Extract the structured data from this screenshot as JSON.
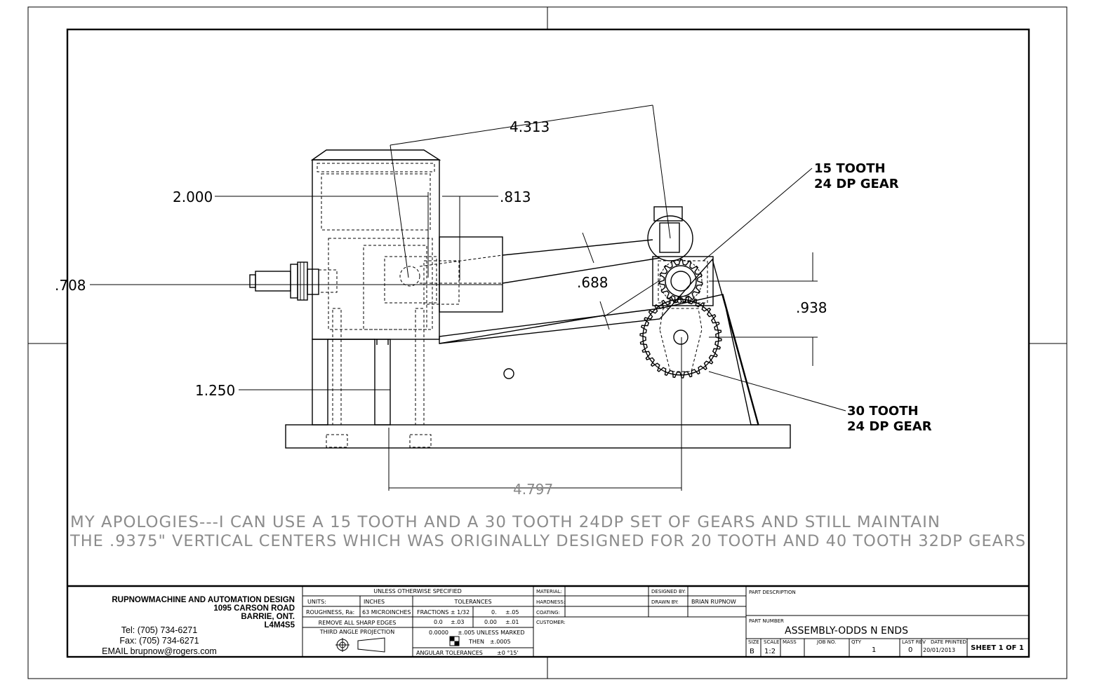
{
  "dimensions": {
    "d1": "4.313",
    "d2": "2.000",
    "d3": ".813",
    "d4": ".708",
    "d5": ".688",
    "d6": ".938",
    "d7": "1.250",
    "d8": "4.797"
  },
  "callouts": {
    "gear_small": {
      "line1": "15 TOOTH",
      "line2": "24 DP GEAR"
    },
    "gear_large": {
      "line1": "30 TOOTH",
      "line2": "24 DP GEAR"
    }
  },
  "note": {
    "line1": "MY APOLOGIES---I CAN USE A 15 TOOTH AND A 30 TOOTH 24DP SET OF GEARS AND STILL MAINTAIN",
    "line2": "THE .9375\" VERTICAL CENTERS WHICH WAS ORIGINALLY DESIGNED FOR 20 TOOTH AND 40 TOOTH 32DP GEARS"
  },
  "title_block": {
    "company": {
      "name": "RUPNOWMACHINE AND AUTOMATION DESIGN",
      "street": "1095 CARSON ROAD",
      "city": "BARRIE, ONT.",
      "postal": "L4M4S5",
      "tel": "Tel: (705) 734-6271",
      "fax": "Fax: (705) 734-6271",
      "email": "EMAIL brupnow@rogers.com"
    },
    "spec": {
      "header": "UNLESS OTHERWISE SPECIFIED",
      "units_label": "UNITS:",
      "units_value": "INCHES",
      "roughness_label": "ROUGHNESS, Ra:",
      "roughness_value": "63 MICROINCHES",
      "edges": "REMOVE ALL SHARP EDGES",
      "projection": "THIRD ANGLE PROJECTION",
      "tolerances_header": "TOLERANCES",
      "fractions": "FRACTIONS ± 1/32",
      "tol_0": "0.",
      "tol_0_val": "±.05",
      "tol_00": "0.0",
      "tol_00_val": "±.03",
      "tol_000": "0.00",
      "tol_000_val": "±.01",
      "tol_0000": "0.0000",
      "tol_0000_val": "±.005 UNLESS MARKED",
      "then": "THEN",
      "then_val": "±.0005",
      "angular": "ANGULAR TOLERANCES",
      "angular_val": "±0 °15'"
    },
    "mat": {
      "material": "MATERIAL:",
      "hardness": "HARDNESS:",
      "coating": "COATING:",
      "customer": "CUSTOMER:",
      "designed_by": "DESIGNED BY:",
      "drawn_by": "DRAWN BY:",
      "drawn_by_value": "BRIAN RUPNOW"
    },
    "part": {
      "desc_label": "PART DESCRIPTION",
      "number_label": "PART NUMBER",
      "number": "ASSEMBLY-ODDS N ENDS",
      "size_label": "SIZE",
      "size": "B",
      "scale_label": "SCALE",
      "scale": "1:2",
      "mass_label": "MASS",
      "job_label": "JOB NO.",
      "qty_label": "QTY",
      "qty": "1",
      "rev_label": "LAST REV",
      "rev": "0",
      "date_label": "DATE PRINTED",
      "date": "20/01/2013",
      "sheet": "SHEET 1 OF 1"
    }
  }
}
